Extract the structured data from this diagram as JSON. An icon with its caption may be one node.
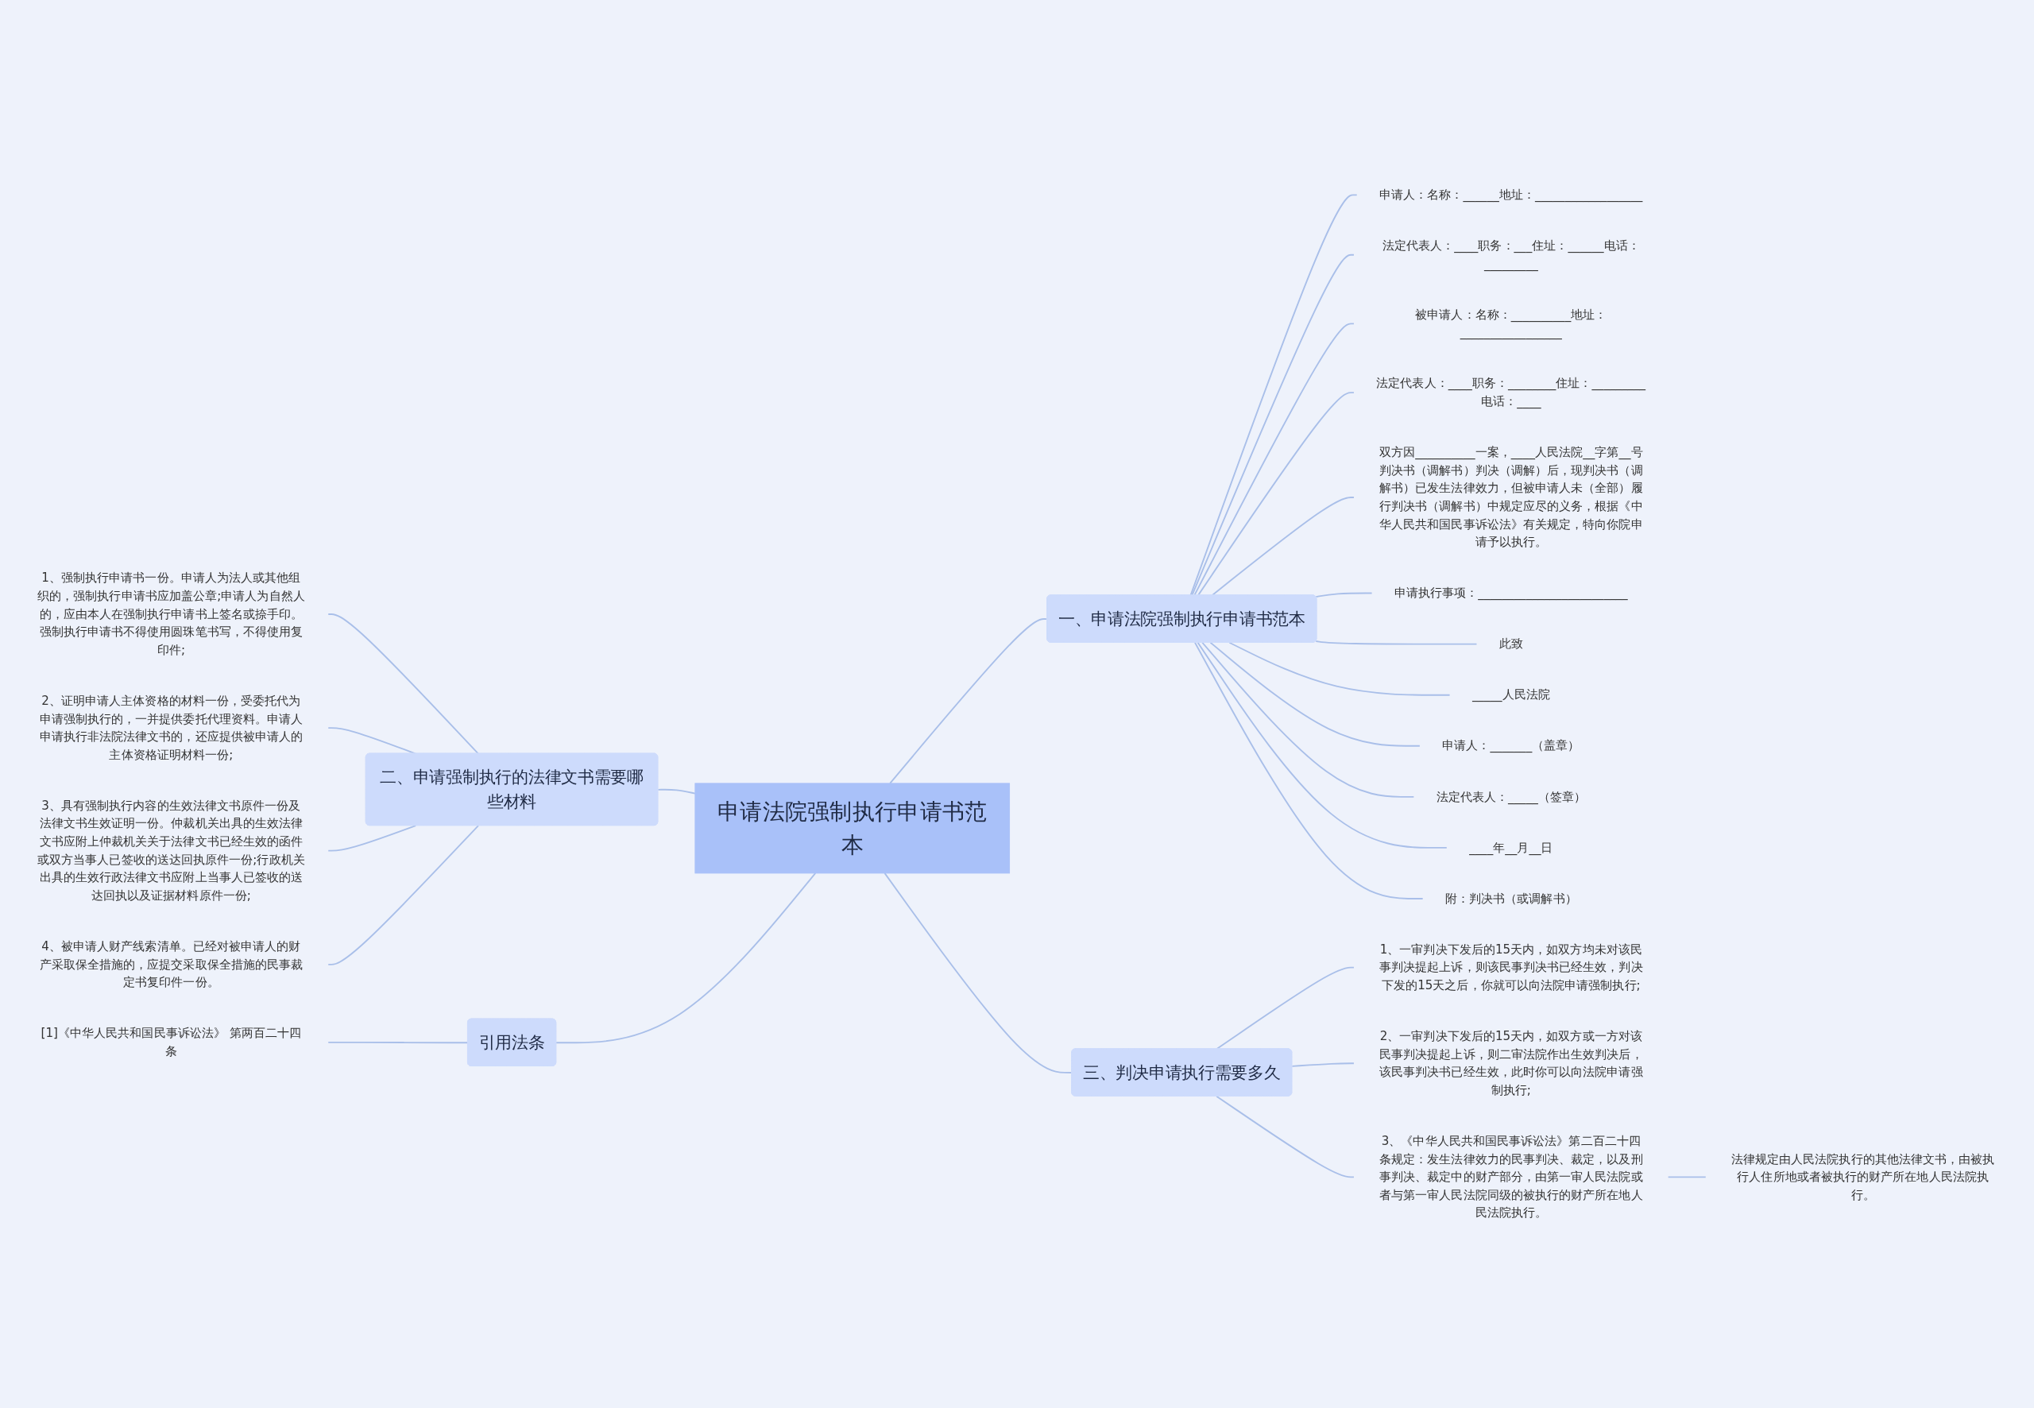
{
  "diagram": {
    "nodes": [
      {
        "text": [
          "申请法院强制执行申请书范本"
        ]
      },
      {
        "text": [
          "一、申请法院强制执行申请书范本"
        ]
      },
      {
        "text": [
          "申请人：名称：______地址：__________________"
        ]
      },
      {
        "text": [
          "法定代表人：____职务：___住址：______电话：_________"
        ]
      },
      {
        "text": [
          "被申请人：名称：__________地址：_________________"
        ]
      },
      {
        "text": [
          "法定代表人：____职务：________住址：_________电话：____"
        ]
      },
      {
        "text": [
          "双方因__________一案，____人民法院__字第__号判决书（调解书）判决（调解）后，现判决书（调解书）已发生法律效力，但被申请人未（全部）履行判决书（调解书）中规定应尽的义务，根据《中华人民共和国民事诉讼法》有关规定，特向你院申请予以执行。"
        ]
      },
      {
        "text": [
          "申请执行事项：_________________________"
        ]
      },
      {
        "text": [
          "此致"
        ]
      },
      {
        "text": [
          "_____人民法院"
        ]
      },
      {
        "text": [
          "申请人：_______（盖章）"
        ]
      },
      {
        "text": [
          "法定代表人：_____（签章）"
        ]
      },
      {
        "text": [
          "____年__月__日"
        ]
      },
      {
        "text": [
          "附：判决书（或调解书）"
        ]
      },
      {
        "text": [
          "二、申请强制执行的法律文书需要哪些材料"
        ]
      },
      {
        "text": [
          "1、强制执行申请书一份。申请人为法人或其他组织的，强制执行申请书应加盖公章;申请人为自然人的，应由本人在强制执行申请书上签名或捺手印。强制执行申请书不得使用圆珠笔书写，不得使用复印件;"
        ]
      },
      {
        "text": [
          "2、证明申请人主体资格的材料一份，受委托代为申请强制执行的，一并提供委托代理资料。申请人申请执行非法院法律文书的，还应提供被申请人的主体资格证明材料一份;"
        ]
      },
      {
        "text": [
          "3、具有强制执行内容的生效法律文书原件一份及法律文书生效证明一份。仲裁机关出具的生效法律文书应附上仲裁机关关于法律文书已经生效的函件或双方当事人已签收的送达回执原件一份;行政机关出具的生效行政法律文书应附上当事人已签收的送达回执以及证据材料原件一份;"
        ]
      },
      {
        "text": [
          "4、被申请人财产线索清单。已经对被申请人的财产采取保全措施的，应提交采取保全措施的民事裁定书复印件一份。"
        ]
      },
      {
        "text": [
          "引用法条"
        ]
      },
      {
        "text": [
          "[1]《中华人民共和国民事诉讼法》 第两百二十四条"
        ]
      },
      {
        "text": [
          "三、判决申请执行需要多久"
        ]
      },
      {
        "text": [
          "1、一审判决下发后的15天内，如双方均未对该民事判决提起上诉，则该民事判决书已经生效，判决下发的15天之后，你就可以向法院申请强制执行;"
        ]
      },
      {
        "text": [
          "2、一审判决下发后的15天内，如双方或一方对该民事判决提起上诉，则二审法院作出生效判决后，该民事判决书已经生效，此时你可以向法院申请强制执行;"
        ]
      },
      {
        "text": [
          "3、《中华人民共和国民事诉讼法》第二百二十四条规定：发生法律效力的民事判决、裁定，以及刑事判决、裁定中的财产部分，由第一审人民法院或者与第一审人民法院同级的被执行的财产所在地人民法院执行。"
        ]
      },
      {
        "text": [
          "法律规定由人民法院执行的其他法律文书，由被执行人住所地或者被执行的财产所在地人民法院执行。"
        ]
      }
    ],
    "edges": [
      {
        "from": 0,
        "to": 1,
        "arrow": "none"
      },
      {
        "from": 1,
        "to": 2,
        "arrow": "none"
      },
      {
        "from": 1,
        "to": 3,
        "arrow": "none"
      },
      {
        "from": 1,
        "to": 4,
        "arrow": "none"
      },
      {
        "from": 1,
        "to": 5,
        "arrow": "none"
      },
      {
        "from": 1,
        "to": 6,
        "arrow": "none"
      },
      {
        "from": 1,
        "to": 7,
        "arrow": "none"
      },
      {
        "from": 1,
        "to": 8,
        "arrow": "none"
      },
      {
        "from": 1,
        "to": 9,
        "arrow": "none"
      },
      {
        "from": 1,
        "to": 10,
        "arrow": "none"
      },
      {
        "from": 1,
        "to": 11,
        "arrow": "none"
      },
      {
        "from": 1,
        "to": 12,
        "arrow": "none"
      },
      {
        "from": 1,
        "to": 13,
        "arrow": "none"
      },
      {
        "from": 14,
        "to": 0,
        "arrow": "none"
      },
      {
        "from": 15,
        "to": 14,
        "arrow": "none"
      },
      {
        "from": 16,
        "to": 14,
        "arrow": "none"
      },
      {
        "from": 17,
        "to": 14,
        "arrow": "none"
      },
      {
        "from": 18,
        "to": 14,
        "arrow": "none"
      },
      {
        "from": 19,
        "to": 0,
        "arrow": "none"
      },
      {
        "from": 20,
        "to": 19,
        "arrow": "none"
      },
      {
        "from": 0,
        "to": 21,
        "arrow": "none"
      },
      {
        "from": 21,
        "to": 22,
        "arrow": "none"
      },
      {
        "from": 21,
        "to": 23,
        "arrow": "none"
      },
      {
        "from": 21,
        "to": 24,
        "arrow": "none"
      },
      {
        "from": 24,
        "to": 25,
        "arrow": "none"
      }
    ]
  }
}
